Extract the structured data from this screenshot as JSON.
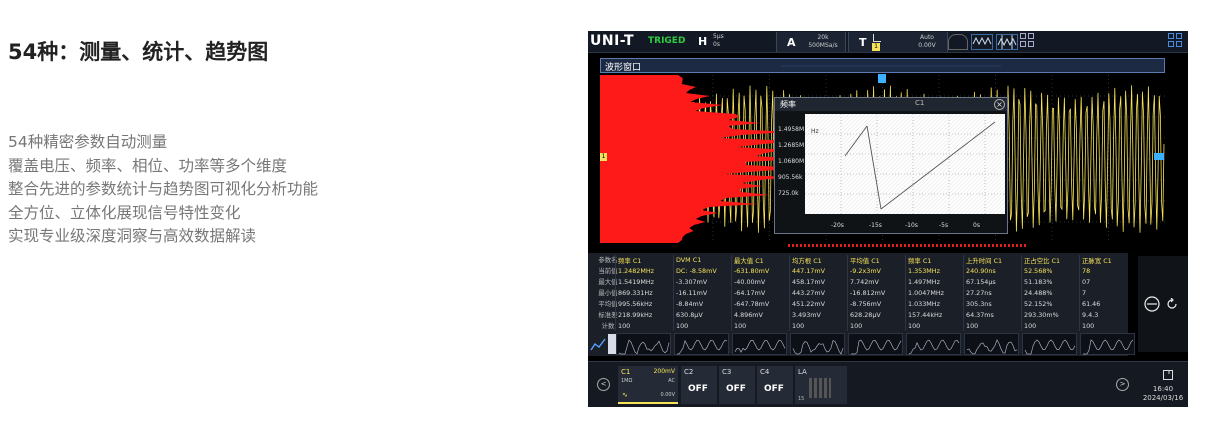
{
  "page": {
    "title": "54种：测量、统计、趋势图",
    "features": [
      "54种精密参数自动测量",
      "覆盖电压、频率、相位、功率等多个维度",
      "整合先进的参数统计与趋势图可视化分析功能",
      "全方位、立体化展现信号特性变化",
      "实现专业级深度洞察与高效数据解读"
    ]
  },
  "scope": {
    "logo": "UNI-T",
    "trig_status": "TRIGED",
    "h_label": "H",
    "h_values": [
      "5μs",
      "0s"
    ],
    "a_label": "A",
    "a_values": [
      "20k",
      "500MSa/s"
    ],
    "t_label": "T",
    "t_values": [
      "1"
    ],
    "t_right": [
      "Auto",
      "0.00V"
    ],
    "window_title": "波形窗口",
    "popup": {
      "title": "频率",
      "channel": "C1",
      "close": "×",
      "unit": "Hz",
      "y_ticks": [
        "1.4958M",
        "1.2685M",
        "1.0680M",
        "905.56k",
        "725.0k"
      ],
      "x_ticks": [
        "-20s",
        "-15s",
        "-10s",
        "-5s",
        "0s"
      ]
    },
    "table": {
      "headers": [
        "频率 C1",
        "DVM C1",
        "最大值 C1",
        "均方根 C1",
        "平均值 C1",
        "频率 C1",
        "上升时间 C1",
        "正占空比 C1",
        "正脉宽 C1"
      ],
      "row_labels": [
        "参数名",
        "当前值",
        "最大值",
        "最小值",
        "平均值",
        "标准差",
        "计数"
      ],
      "rows": [
        [
          "1.2482MHz",
          "DC: -8.58mV",
          "-631.80mV",
          "447.17mV",
          "-9.2x3mV",
          "1.353MHz",
          "240.90ns",
          "52.568%",
          "78"
        ],
        [
          "1.5419MHz",
          "-3.307mV",
          "-40.00mV",
          "458.17mV",
          "7.742mV",
          "1.497MHz",
          "67.154μs",
          "51.183%",
          "07"
        ],
        [
          "869.331Hz",
          "-16.11mV",
          "-64.17mV",
          "443.27mV",
          "-16.812mV",
          "1.0047MHz",
          "27.27ns",
          "24.488%",
          "7"
        ],
        [
          "995.56kHz",
          "-8.84mV",
          "-647.78mV",
          "451.22mV",
          "-8.756mV",
          "1.033MHz",
          "305.3ns",
          "52.152%",
          "61.46"
        ],
        [
          "218.99kHz",
          "630.8μV",
          "4.896mV",
          "3.493mV",
          "628.28μV",
          "157.44kHz",
          "64.37ms",
          "293.30m%",
          "9.4.3"
        ],
        [
          "100",
          "100",
          "100",
          "100",
          "100",
          "100",
          "100",
          "100",
          "100"
        ]
      ]
    },
    "bottom": {
      "c1": {
        "name": "C1",
        "vdiv": "200mV",
        "lines": [
          "1MΩ",
          "AC",
          "0.00V"
        ]
      },
      "c2": {
        "name": "C2",
        "state": "OFF"
      },
      "c3": {
        "name": "C3",
        "state": "OFF"
      },
      "c4": {
        "name": "C4",
        "state": "OFF"
      },
      "la": {
        "name": "LA",
        "num": "15"
      },
      "time": "16:40",
      "date": "2024/03/16"
    }
  }
}
